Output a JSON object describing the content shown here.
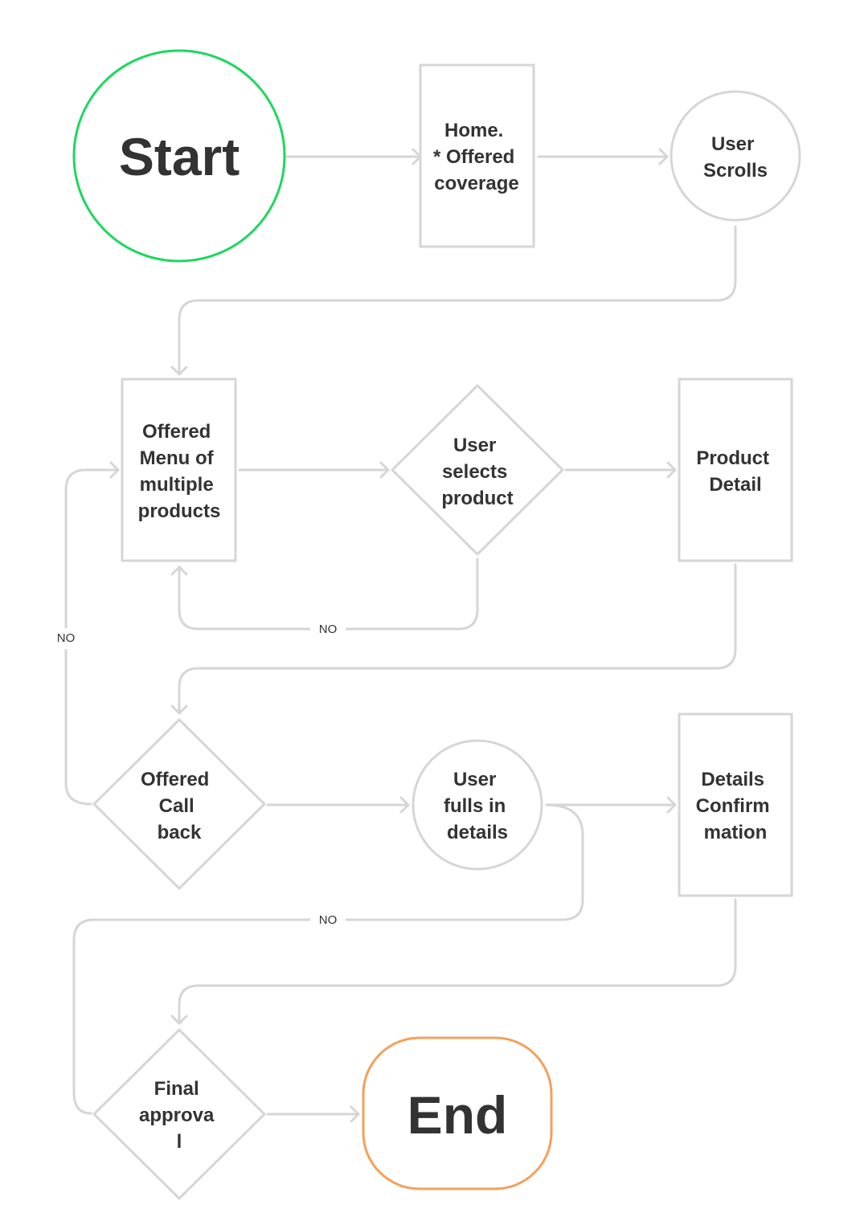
{
  "nodes": {
    "start": {
      "lines": [
        "Start"
      ]
    },
    "home": {
      "lines": [
        "Home.",
        "* Offered",
        "coverage"
      ]
    },
    "user_scrolls": {
      "lines": [
        "User",
        "Scrolls"
      ]
    },
    "offered_menu": {
      "lines": [
        "Offered",
        "Menu of",
        "multiple",
        "products"
      ]
    },
    "user_selects": {
      "lines": [
        "User",
        "selects",
        "product"
      ]
    },
    "product_detail": {
      "lines": [
        "Product",
        "Detail"
      ]
    },
    "offered_callback": {
      "lines": [
        "Offered",
        "Call",
        "back"
      ]
    },
    "user_fills": {
      "lines": [
        "User",
        "fulls in",
        "details"
      ]
    },
    "details_confirm": {
      "lines": [
        "Details",
        "Confirm",
        "mation"
      ]
    },
    "final_approval": {
      "lines": [
        "Final",
        "approva",
        "l"
      ]
    },
    "end": {
      "lines": [
        "End"
      ]
    }
  },
  "edge_labels": {
    "no_select": "NO",
    "no_callback": "NO",
    "no_fills": "NO"
  },
  "colors": {
    "start_outline": "#1ed760",
    "end_outline": "#f5a05a",
    "node_outline": "#d6d6d6",
    "text": "#333333"
  }
}
